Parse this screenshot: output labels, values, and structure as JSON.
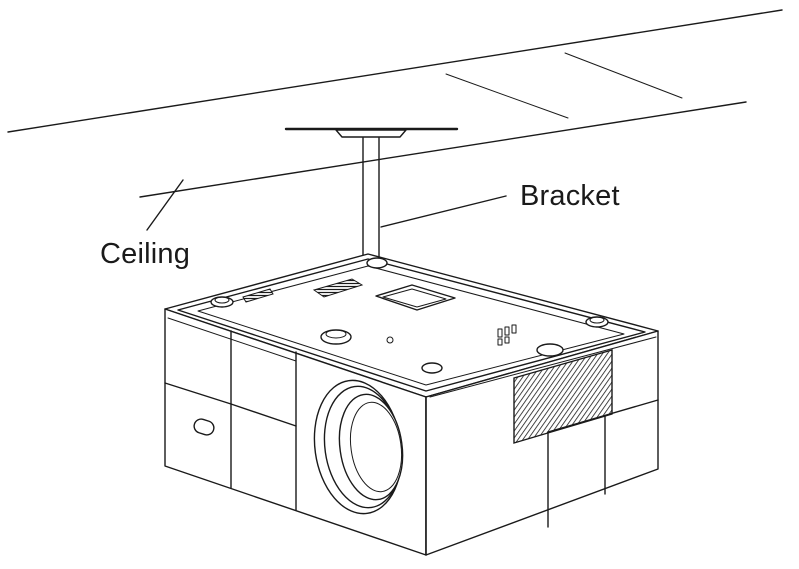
{
  "labels": {
    "bracket": "Bracket",
    "ceiling": "Ceiling"
  },
  "colors": {
    "line": "#1a1a1a",
    "background": "#ffffff"
  },
  "icons": {
    "projector": "projector-illustration",
    "bracket": "ceiling-mount-bracket",
    "ceiling": "ceiling-plane"
  }
}
